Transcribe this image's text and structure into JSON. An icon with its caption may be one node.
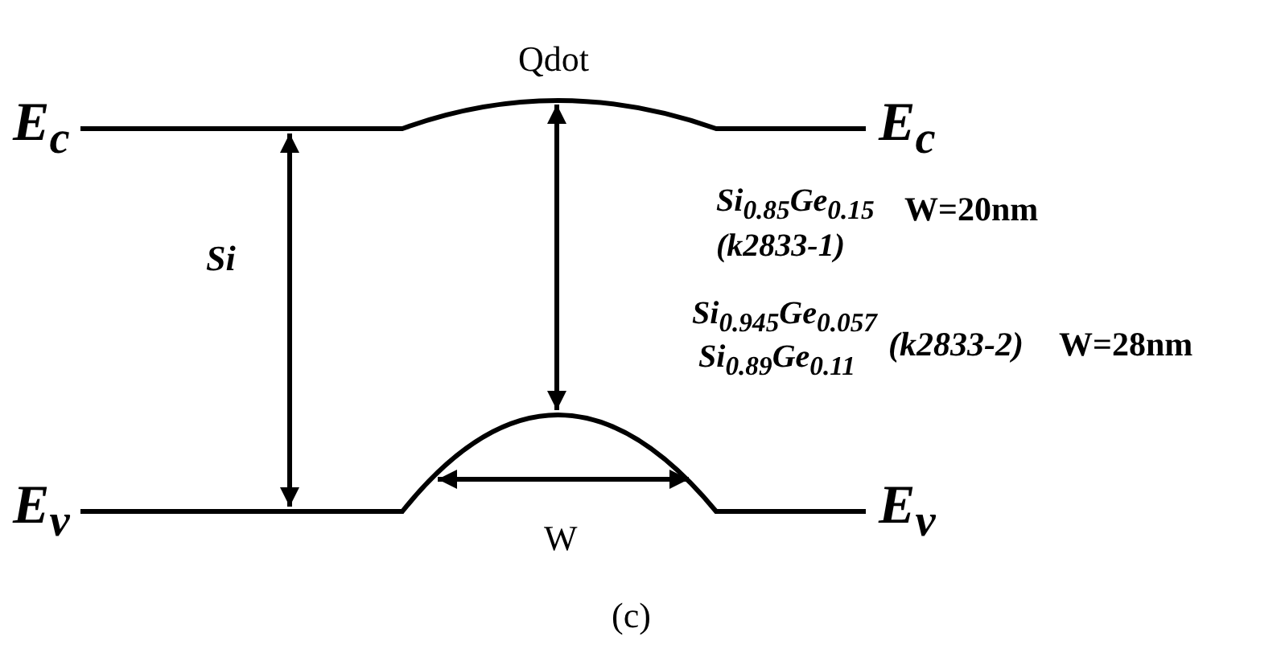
{
  "diagram": {
    "caption": "(c)",
    "labels": [
      "Qdot",
      "E$_{c}$",
      "E$_{c}$",
      "Si",
      "Si$_{0.85}$Ge$_{0.15}$",
      "W=20nm",
      "(k2833-1)",
      "Si$_{0.945}$Ge$_{0.057}$",
      "Si$_{0.89}$Ge$_{0.11}$",
      "(k2833-2)",
      "W=28nm",
      "E$_{v}$",
      "W",
      "E$_{v}$"
    ]
  }
}
